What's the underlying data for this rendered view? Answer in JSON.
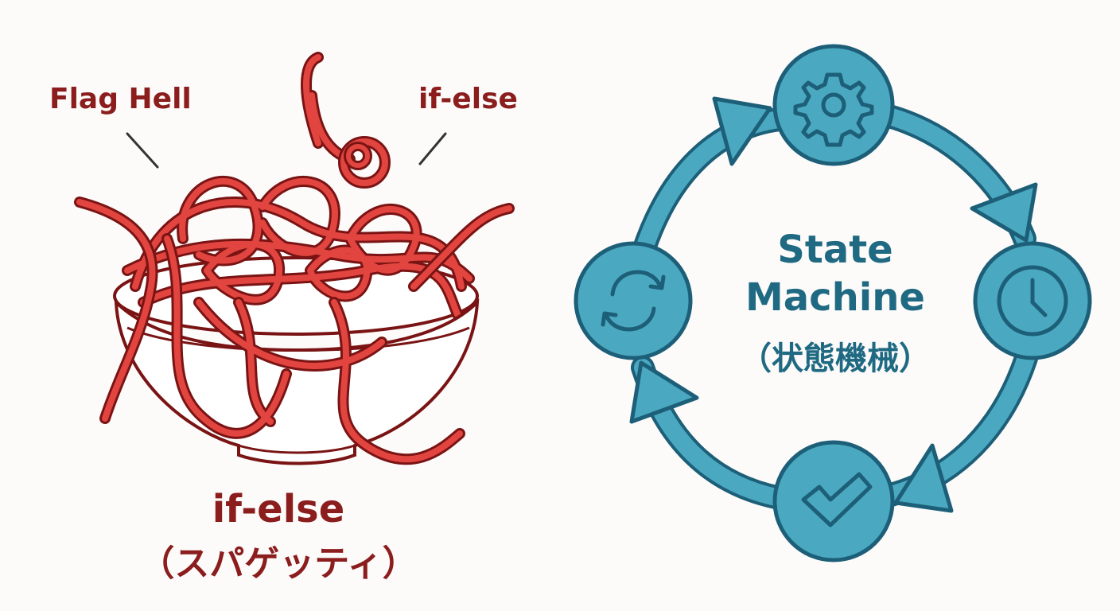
{
  "left": {
    "callout_left": "Flag Hell",
    "callout_right": "if-else",
    "caption_line1": "if-else",
    "caption_line2": "（スパゲッティ）",
    "color_noodle": "#e2453f",
    "color_outline": "#7a1414"
  },
  "right": {
    "title_line1": "State",
    "title_line2": "Machine",
    "title_line3": "（状態機械）",
    "nodes": [
      "gear-icon",
      "clock-icon",
      "checkmark-icon",
      "refresh-icon"
    ],
    "color_fill": "#4aa9c0",
    "color_outline": "#1d5f78"
  }
}
